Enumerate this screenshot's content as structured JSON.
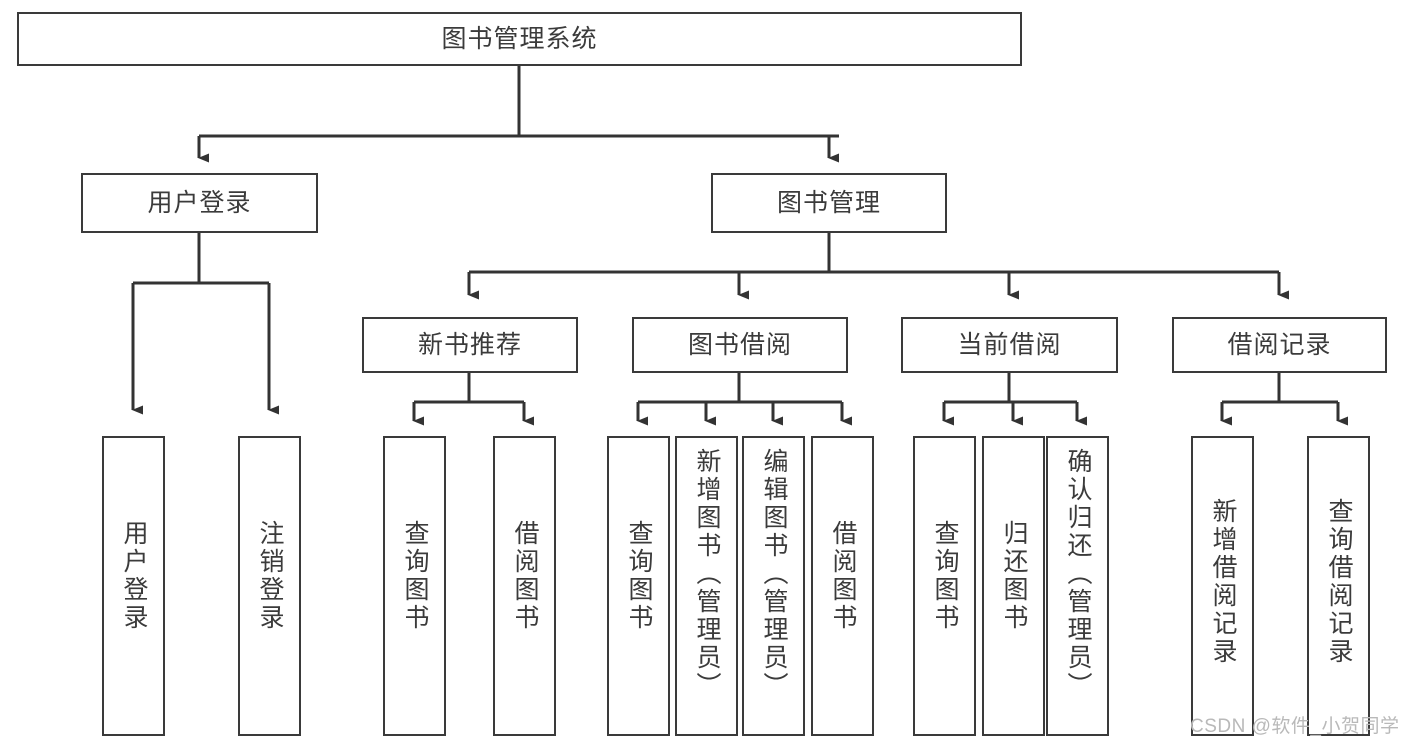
{
  "diagram": {
    "title": "图书管理系统",
    "watermark": "CSDN @软件_小贺同学",
    "colors": {
      "box_border": "#3a3a3a",
      "box_fill": "#ffffff",
      "text": "#3b3b3b",
      "connector": "#333333",
      "watermark": "#b9b9b9",
      "background": "#ffffff"
    },
    "root": {
      "label": "图书管理系统"
    },
    "level2": [
      {
        "label": "用户登录"
      },
      {
        "label": "图书管理"
      }
    ],
    "level3": [
      {
        "label": "新书推荐"
      },
      {
        "label": "图书借阅"
      },
      {
        "label": "当前借阅"
      },
      {
        "label": "借阅记录"
      }
    ],
    "leaves": {
      "user_login": [
        {
          "label": "用户登录"
        },
        {
          "label": "注销登录"
        }
      ],
      "new_book_recommend": [
        {
          "label": "查询图书"
        },
        {
          "label": "借阅图书"
        }
      ],
      "book_borrow": [
        {
          "label": "查询图书"
        },
        {
          "label": "新增图书（管理员）"
        },
        {
          "label": "编辑图书（管理员）"
        },
        {
          "label": "借阅图书"
        }
      ],
      "current_borrow": [
        {
          "label": "查询图书"
        },
        {
          "label": "归还图书"
        },
        {
          "label": "确认归还（管理员）"
        }
      ],
      "borrow_record": [
        {
          "label": "新增借阅记录"
        },
        {
          "label": "查询借阅记录"
        }
      ]
    }
  }
}
